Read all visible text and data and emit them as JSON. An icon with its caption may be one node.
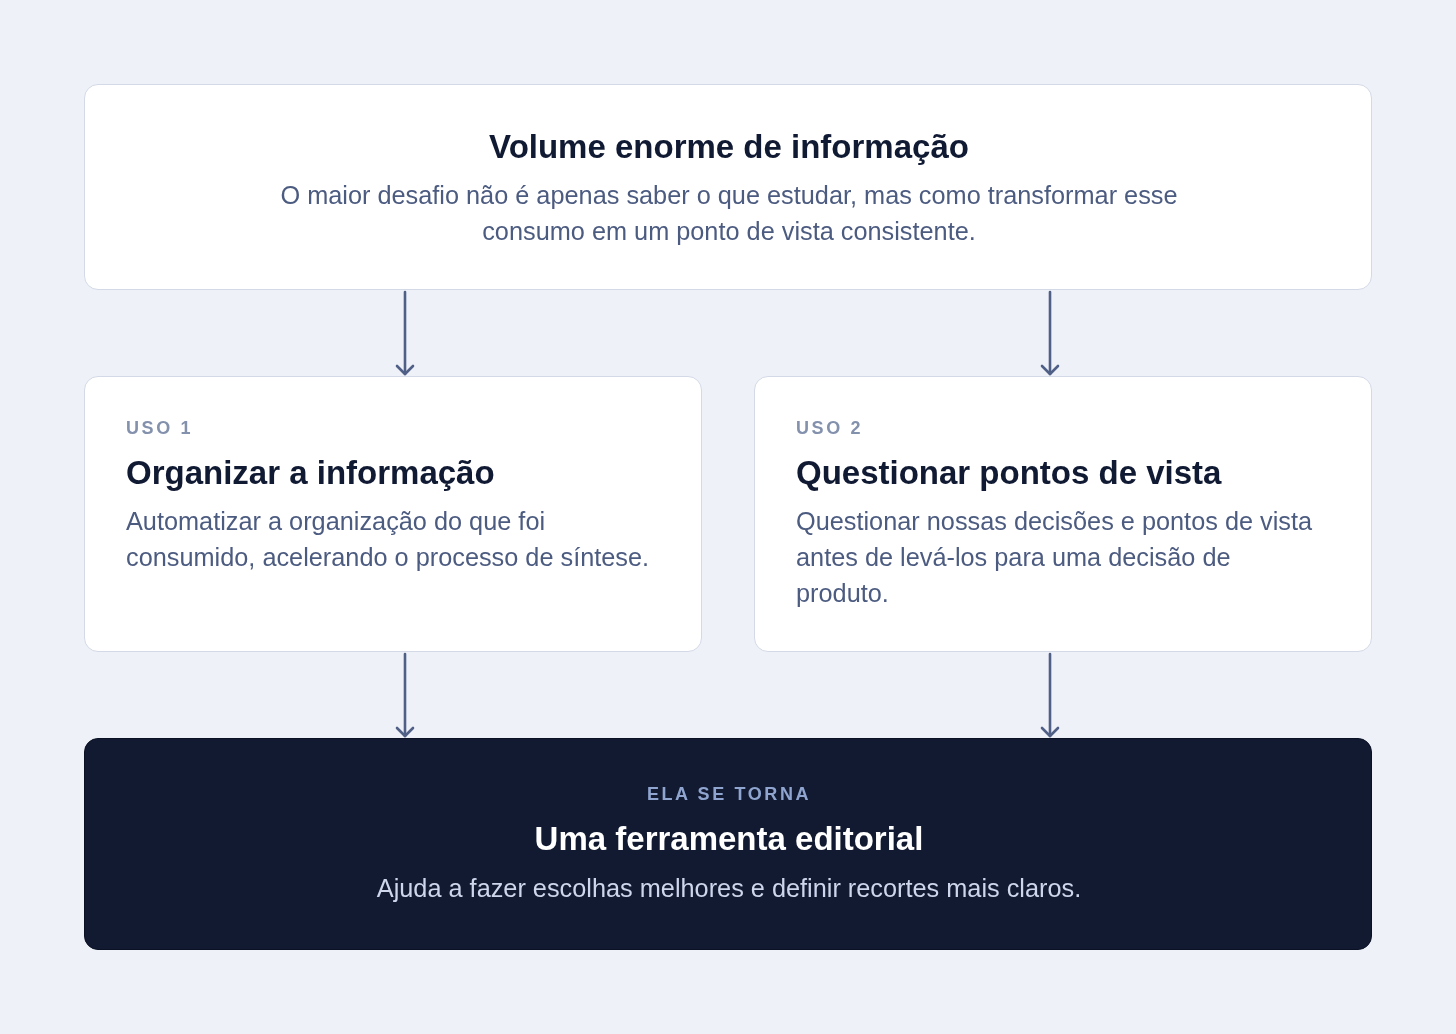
{
  "diagram": {
    "nodes": [
      {
        "text": [
          "Volume enorme de informação",
          "O maior desafio não é apenas saber o que estudar, mas como transformar esse consumo em um ponto de vista consistente."
        ]
      },
      {
        "text": [
          "USO 1",
          "Organizar a informação",
          "Automatizar a organização do que foi consumido, acelerando o processo de síntese."
        ]
      },
      {
        "text": [
          "USO 2",
          "Questionar pontos de vista",
          "Questionar nossas decisões e pontos de vista antes de levá-los para uma decisão de produto."
        ]
      },
      {
        "text": [
          "ELA SE TORNA",
          "Uma ferramenta editorial",
          "Ajuda a fazer escolhas melhores e definir recortes mais claros."
        ]
      }
    ],
    "edges": [
      {
        "from": 0,
        "to": 1,
        "arrow": "to"
      },
      {
        "from": 0,
        "to": 2,
        "arrow": "to"
      },
      {
        "from": 1,
        "to": 3,
        "arrow": "to"
      },
      {
        "from": 2,
        "to": 3,
        "arrow": "to"
      }
    ]
  }
}
